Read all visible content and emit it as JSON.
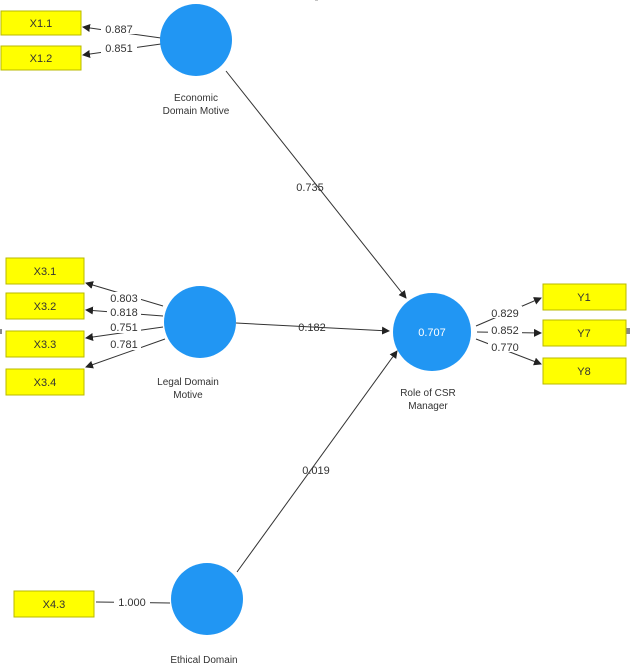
{
  "colors": {
    "construct_fill": "#2196f3",
    "indicator_fill": "#ffff00",
    "indicator_border": "#b9b900",
    "line": "#333333"
  },
  "constructs": {
    "economic": {
      "label_line1": "Economic",
      "label_line2": "Domain Motive"
    },
    "legal": {
      "label_line1": "Legal Domain",
      "label_line2": "Motive"
    },
    "ethical": {
      "label_line1": "Ethical Domain"
    },
    "csr": {
      "label_line1": "Role of CSR",
      "label_line2": "Manager",
      "r_squared": "0.707"
    }
  },
  "indicators": {
    "x1_1": {
      "label": "X1.1",
      "loading": "0.887"
    },
    "x1_2": {
      "label": "X1.2",
      "loading": "0.851"
    },
    "x3_1": {
      "label": "X3.1",
      "loading": "0.803"
    },
    "x3_2": {
      "label": "X3.2",
      "loading": "0.818"
    },
    "x3_3": {
      "label": "X3.3",
      "loading": "0.751"
    },
    "x3_4": {
      "label": "X3.4",
      "loading": "0.781"
    },
    "x4_3": {
      "label": "X4.3",
      "loading": "1.000"
    },
    "y1": {
      "label": "Y1",
      "loading": "0.829"
    },
    "y7": {
      "label": "Y7",
      "loading": "0.852"
    },
    "y8": {
      "label": "Y8",
      "loading": "0.770"
    }
  },
  "paths": {
    "economic_to_csr": "0.735",
    "legal_to_csr": "0.182",
    "ethical_to_csr": "0.019"
  }
}
